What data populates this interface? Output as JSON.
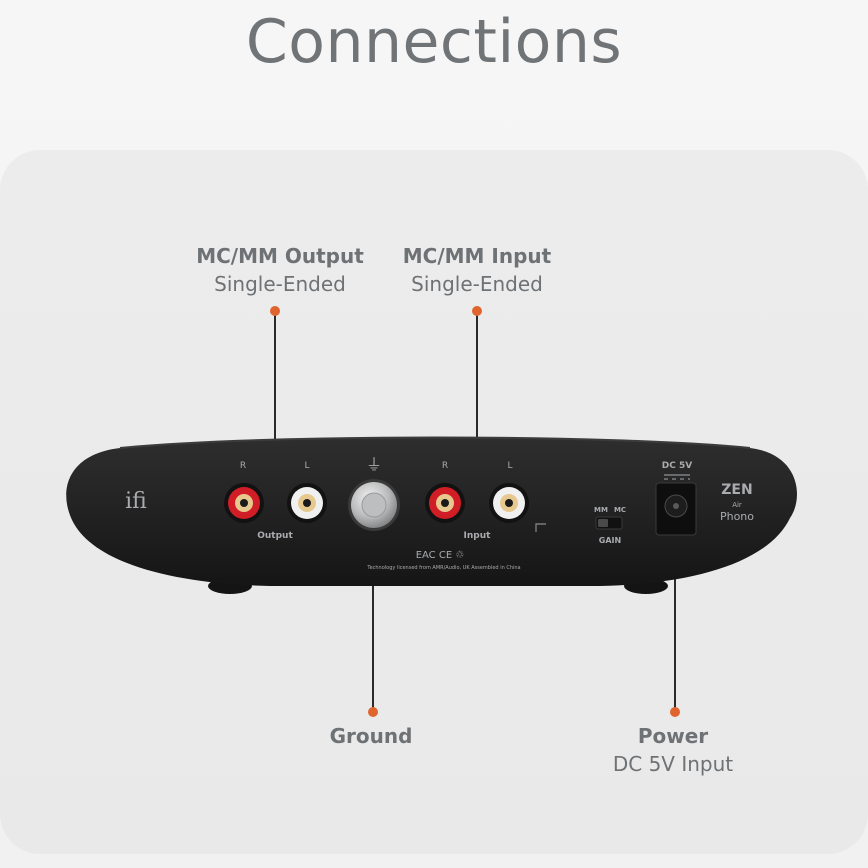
{
  "title": "Connections",
  "callouts": {
    "output": {
      "title": "MC/MM Output",
      "subtitle": "Single-Ended"
    },
    "input": {
      "title": "MC/MM Input",
      "subtitle": "Single-Ended"
    },
    "ground": {
      "title": "Ground"
    },
    "power": {
      "title": "Power",
      "subtitle": "DC 5V Input"
    }
  },
  "device": {
    "brand": "ifi",
    "model_name": "ZEN",
    "model_air": "Air",
    "model_phono": "Phono",
    "channel_r": "R",
    "channel_l": "L",
    "output_label": "Output",
    "input_label": "Input",
    "ground_symbol": "⏚",
    "switch_mm": "MM",
    "switch_mc": "MC",
    "switch_label": "GAIN",
    "dc_label": "DC 5V",
    "cert_marks": "EAC  CE  ♲",
    "fine_print": "Technology licensed from AMR/Audio, UK Assembled in China"
  },
  "colors": {
    "accent_dot": "#e0642e",
    "rca_red": "#d11d25",
    "rca_white": "#f2f2f2",
    "body": "#232323",
    "text_grey": "#6e7275"
  }
}
